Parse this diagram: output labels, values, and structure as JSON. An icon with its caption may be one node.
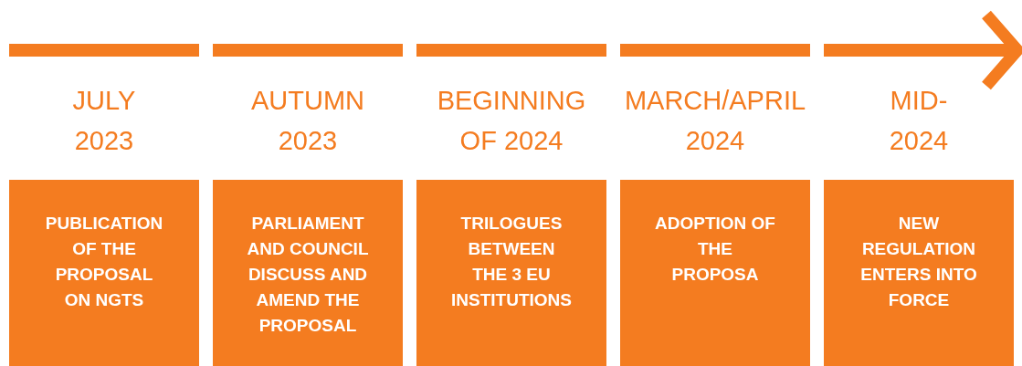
{
  "diagram": {
    "nodes": [
      {
        "text": [
          "JULY 2023",
          "PUBLICATION OF THE PROPOSAL ON NGTS"
        ]
      },
      {
        "text": [
          "AUTUMN 2023",
          "PARLIAMENT AND COUNCIL DISCUSS AND AMEND THE PROPOSAL"
        ]
      },
      {
        "text": [
          "BEGINNING OF 2024",
          "TRILOGUES BETWEEN THE 3 EU INSTITUTIONS"
        ]
      },
      {
        "text": [
          "MARCH/APRIL 2024",
          "ADOPTION OF THE PROPOSA"
        ]
      },
      {
        "text": [
          "MID- 2024",
          "NEW REGULATION ENTERS INTO FORCE"
        ]
      }
    ]
  }
}
